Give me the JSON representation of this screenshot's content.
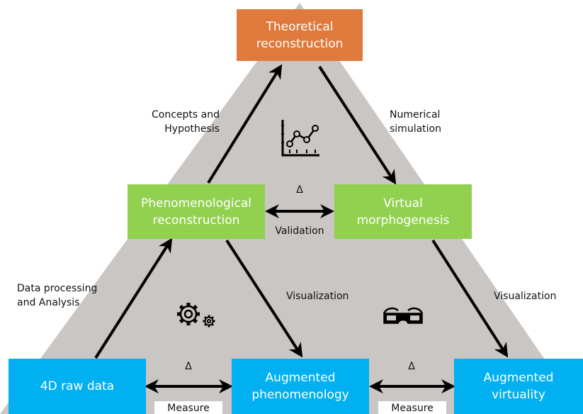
{
  "nodes": {
    "theoretical": "Theoretical reconstruction",
    "phenomenological": "Phenomenological reconstruction",
    "virtual_morphogenesis": "Virtual morphogenesis",
    "raw_data": "4D raw data",
    "augmented_phenomenology": "Augmented phenomenology",
    "augmented_virtuality": "Augmented virtuality"
  },
  "edge_labels": {
    "concepts": "Concepts and Hypothesis",
    "numerical": "Numerical simulation",
    "data_processing": "Data processing and Analysis",
    "visualization_left": "Visualization",
    "visualization_right": "Visualization",
    "validation": "Validation",
    "measure_left": "Measure",
    "measure_right": "Measure",
    "delta_top": "Δ",
    "delta_bottom_left": "Δ",
    "delta_bottom_right": "Δ"
  },
  "icons": [
    "line-chart-icon",
    "gears-icon",
    "glasses-icon"
  ],
  "colors": {
    "background_triangle": "#c9c6c4",
    "theoretical_box": "#e07a3c",
    "phenomenological_box": "#92d050",
    "raw_box": "#00b0f0",
    "arrow": "#000000"
  }
}
